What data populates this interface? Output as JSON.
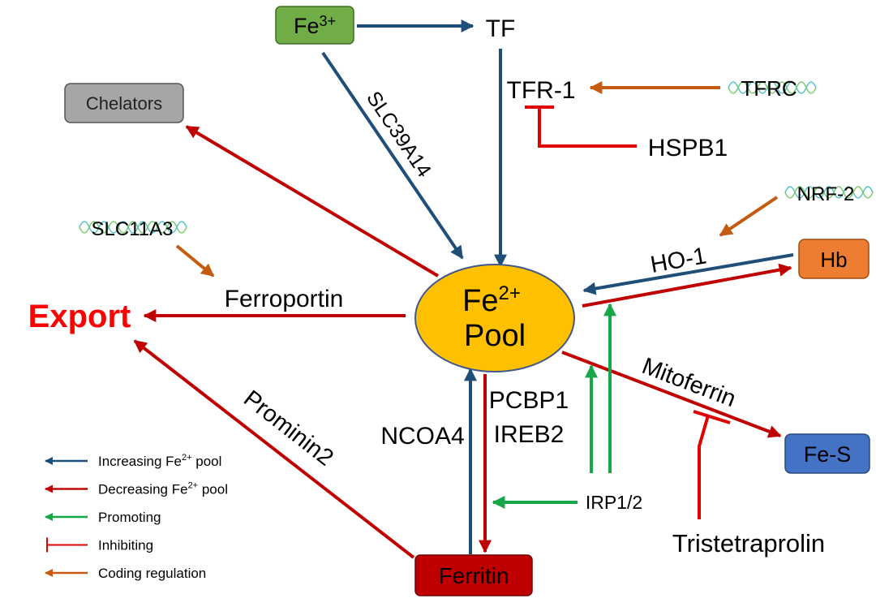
{
  "colors": {
    "increasing": "#1F4E79",
    "decreasing": "#C00000",
    "promoting": "#16A848",
    "inhibiting": "#E00000",
    "coding": "#C55A11",
    "pool_fill": "#FFC000",
    "fe3_box": "#70AD47",
    "chelators_box": "#A6A6A6",
    "hb_box": "#ED7D31",
    "fes_box": "#4472C4",
    "ferritin_box": "#C00000",
    "export_text": "#FF0000"
  },
  "nodes": {
    "fe3": {
      "base": "Fe",
      "sup": "3+"
    },
    "tf": "TF",
    "tfr1": "TFR-1",
    "tfrc": "TFRC",
    "hspb1": "HSPB1",
    "chelators": "Chelators",
    "slc39a14": "SLC39A14",
    "slc11a3": "SLC11A3",
    "nrf2": "NRF-2",
    "hb": "Hb",
    "ho1": "HO-1",
    "pool": {
      "base": "Fe",
      "sup": "2+",
      "line2": "Pool"
    },
    "export": "Export",
    "ferroportin": "Ferroportin",
    "mitoferrin": "Mitoferrin",
    "fes": "Fe-S",
    "prominin2": "Prominin2",
    "ncoa4": "NCOA4",
    "pcbp1": "PCBP1",
    "ireb2": "IREB2",
    "irp12": "IRP1/2",
    "tristetraprolin": "Tristetraprolin",
    "ferritin": "Ferritin"
  },
  "legend": [
    {
      "type": "increasing",
      "text": "Increasing Fe",
      "sup": "2+",
      "tail": " pool"
    },
    {
      "type": "decreasing",
      "text": "Decreasing Fe",
      "sup": "2+",
      "tail": " pool"
    },
    {
      "type": "promoting",
      "text": "Promoting"
    },
    {
      "type": "inhibiting",
      "text": "Inhibiting"
    },
    {
      "type": "coding",
      "text": "Coding regulation"
    }
  ]
}
